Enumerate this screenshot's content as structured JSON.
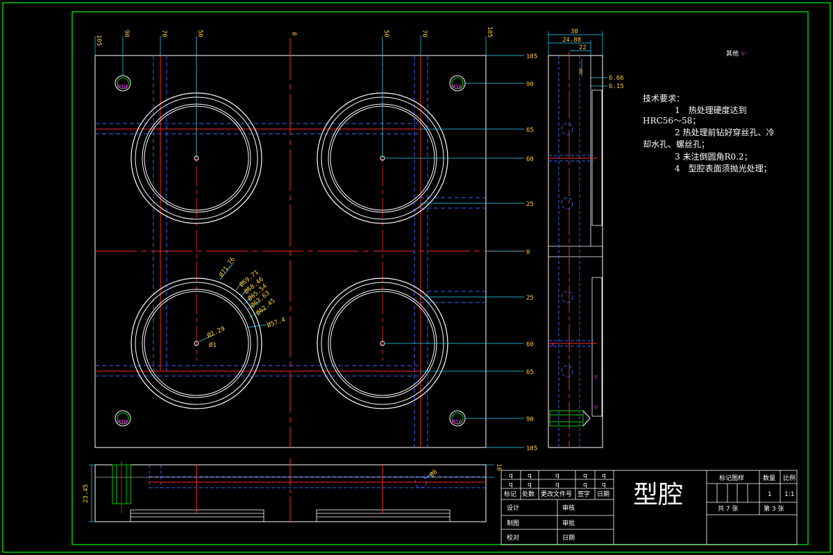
{
  "colors": {
    "frame": "#00cc00",
    "outline": "#ffffff",
    "center": "#ff2a2a",
    "hidden": "#3a6aff",
    "leader": "#33ddff",
    "dim": "#ffcc33",
    "mark": "#ff33ff"
  },
  "dims": {
    "top_left_labels": [
      "105",
      "90",
      "70",
      "50",
      "0"
    ],
    "top_right_labels": [
      "50",
      "70",
      "105"
    ],
    "right_labels": [
      "105",
      "90",
      "65",
      "60",
      "25",
      "0",
      "25",
      "60",
      "65",
      "90",
      "105"
    ],
    "side_top_labels": [
      "30",
      "24.88",
      "22",
      "8"
    ],
    "side_right_labels": [
      "6.66",
      "6.15"
    ],
    "circle_labels": [
      "Ø71.76",
      "Ø69.71",
      "Ø68.46",
      "Ø65.54",
      "Ø63.63",
      "Ø62.45",
      "Ø57.4"
    ],
    "center_labels": [
      "Ø2.29",
      "Ø1"
    ],
    "screw_label": "M10",
    "height_label": "23.45",
    "thickness_label": "10",
    "bottom_hole_label": "Ø8"
  },
  "surface_note": "其他",
  "notes": {
    "title": "技术要求：",
    "line1": "1　热处理硬度达到",
    "line1b": "HRC56～58；",
    "line2": "2 热处理前钻好穿丝孔、冷",
    "line2b": "却水孔、螺丝孔；",
    "line3": "3 未注倒圆角R0.2；",
    "line4": "4　型腔表面须抛光处理；"
  },
  "titleblock": {
    "drawing_name": "型腔",
    "mark_header": "标记",
    "zone_header": "处数",
    "doc_header": "更改文件号",
    "sign_header": "签字",
    "date_header": "日期",
    "design_label": "设计",
    "check_label": "审核",
    "draw_label": "制图",
    "approve_label": "审批",
    "verify_label": "校对",
    "day_label": "日期",
    "stage_mark_label": "标记图样",
    "qty_label": "数量",
    "scale_label": "比例",
    "qty_value": "1",
    "scale_value": "1:1",
    "total_sheets": "共 7 张",
    "sheet_no": "第 3 张",
    "row_marks": [
      "q",
      "q",
      "q",
      "q",
      "q",
      "q"
    ]
  }
}
